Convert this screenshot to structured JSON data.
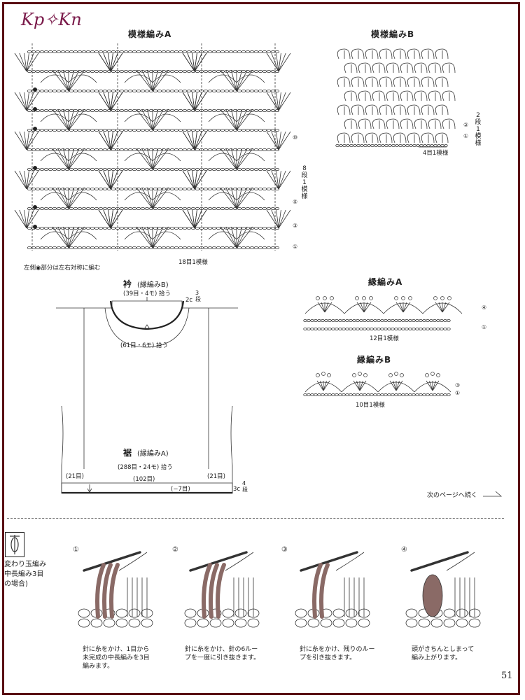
{
  "logo": "Kp✧Kn",
  "patternA": {
    "title": "模様編みA",
    "repeat": "18目1模様",
    "row_repeat": [
      "8",
      "段",
      "1",
      "模",
      "様"
    ],
    "row_marks": [
      "⑩",
      "⑤",
      "③",
      "①"
    ],
    "note": "左側◉部分は左右対称に編む"
  },
  "patternB": {
    "title": "模様編みB",
    "repeat": "4目1模様",
    "row_repeat": [
      "2",
      "段",
      "1",
      "模",
      "様"
    ],
    "row_marks": [
      "②",
      "①"
    ]
  },
  "schematic": {
    "collar_title": "衿",
    "collar_sub": "(縁編みB)",
    "collar_top": "(39目・4モ) 拾う",
    "collar_depth": "2c",
    "collar_rows": [
      "3",
      "段"
    ],
    "collar_bottom": "(61目・6モ) 拾う",
    "hem_title": "裾",
    "hem_sub": "(縁編みA)",
    "hem_pickup": "(288目・24モ) 拾う",
    "hem_left": "(21目)",
    "hem_center": "(102目)",
    "hem_right": "(21目)",
    "hem_dec": "(−7目)",
    "hem_depth": "3c",
    "hem_rows": [
      "4",
      "段"
    ]
  },
  "edgingA": {
    "title": "縁編みA",
    "repeat": "12目1模様",
    "row_marks": [
      "④",
      "①"
    ]
  },
  "edgingB": {
    "title": "縁編みB",
    "repeat": "10目1模様",
    "row_marks": [
      "③",
      "①"
    ]
  },
  "next_page": "次のページへ続く",
  "stitch_tutorial": {
    "title_lines": [
      "変わり玉編み",
      "中長編み3目",
      "の場合)"
    ],
    "steps": [
      {
        "num": "①",
        "lines": [
          "針に糸をかけ、1目から",
          "未完成の中長編みを3目",
          "編みます。"
        ]
      },
      {
        "num": "②",
        "lines": [
          "針に糸をかけ、針の6ルー",
          "プを一度に引き抜きます。"
        ]
      },
      {
        "num": "③",
        "lines": [
          "針に糸をかけ、残りのルー",
          "プを引き抜きます。"
        ]
      },
      {
        "num": "④",
        "lines": [
          "頭がきちんとしまって",
          "編み上がります。"
        ]
      }
    ]
  },
  "page_number": "51",
  "colors": {
    "frame": "#5a0f14",
    "logo": "#7a1a4a",
    "yarn": "#8a6a66"
  }
}
